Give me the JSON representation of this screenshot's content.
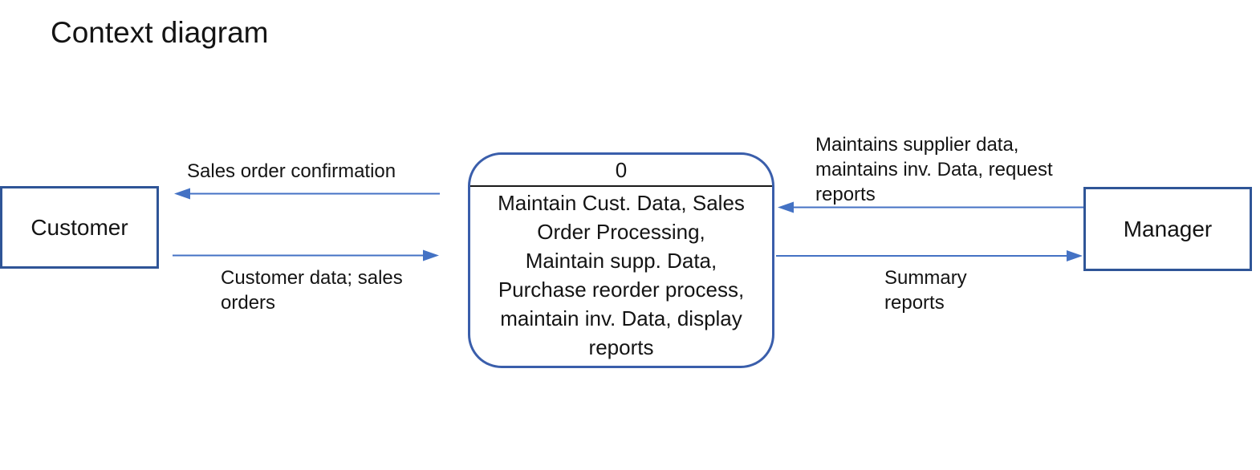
{
  "diagram": {
    "title": "Context diagram"
  },
  "entities": {
    "customer": {
      "label": "Customer"
    },
    "manager": {
      "label": "Manager"
    }
  },
  "process": {
    "number": "0",
    "description": "Maintain Cust. Data, Sales\nOrder Processing,\nMaintain supp. Data,\nPurchase reorder process,\nmaintain inv. Data, display\nreports"
  },
  "flows": [
    {
      "id": "sales-order-confirmation",
      "label": "Sales order confirmation",
      "from": "process",
      "to": "customer"
    },
    {
      "id": "customer-data-sales-orders",
      "label": "Customer data; sales\norders",
      "from": "customer",
      "to": "process"
    },
    {
      "id": "maintains-supplier-data",
      "label": "Maintains supplier data,\nmaintains inv. Data, request\nreports",
      "from": "manager",
      "to": "process"
    },
    {
      "id": "summary-reports",
      "label": "Summary\nreports",
      "from": "process",
      "to": "manager"
    }
  ],
  "colors": {
    "arrow": "#4472C4",
    "entity_border": "#2F5597",
    "process_border": "#3A5EAB",
    "text": "#141414",
    "background": "#FFFFFF"
  }
}
